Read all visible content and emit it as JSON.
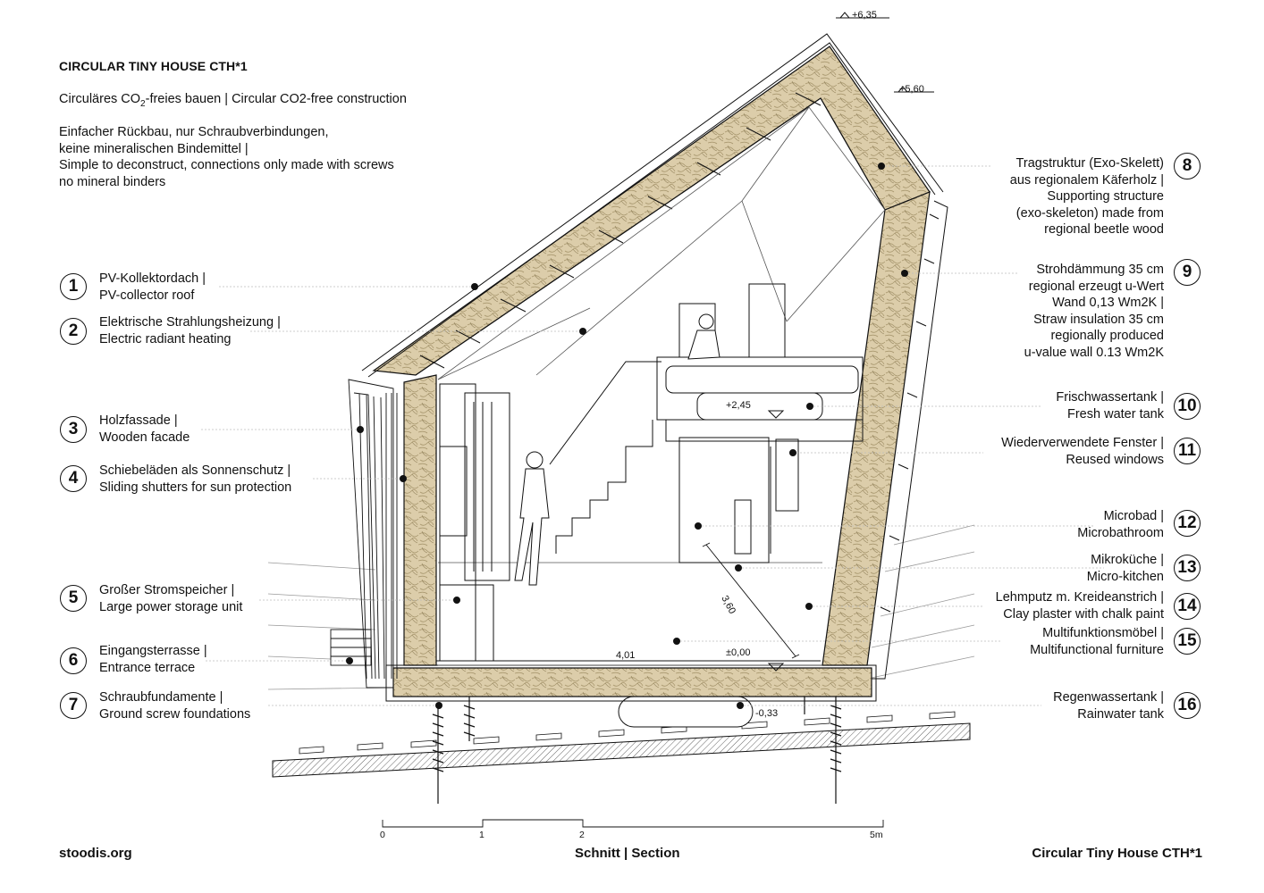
{
  "title": "CIRCULAR TINY HOUSE CTH*1",
  "intro": {
    "line1_prefix": "Circuläres CO",
    "line1_sub": "2",
    "line1_suffix": "-freies bauen | Circular CO2-free construction",
    "para2": [
      "Einfacher Rückbau, nur Schraubverbindungen,",
      "keine mineralischen Bindemittel |",
      "Simple to  deconstruct, connections only made with screws",
      "no mineral binders"
    ]
  },
  "legend_left": [
    {
      "n": "1",
      "lines": [
        "PV-Kollektordach |",
        "PV-collector roof"
      ]
    },
    {
      "n": "2",
      "lines": [
        "Elektrische Strahlungsheizung |",
        "Electric radiant heating"
      ]
    },
    {
      "n": "3",
      "lines": [
        "Holzfassade |",
        "Wooden facade"
      ]
    },
    {
      "n": "4",
      "lines": [
        "Schiebeläden als Sonnenschutz |",
        "Sliding shutters for sun protection"
      ]
    },
    {
      "n": "5",
      "lines": [
        "Großer Stromspeicher |",
        "Large power storage unit"
      ]
    },
    {
      "n": "6",
      "lines": [
        "Eingangsterrasse |",
        "Entrance terrace"
      ]
    },
    {
      "n": "7",
      "lines": [
        "Schraubfundamente |",
        "Ground screw foundations"
      ]
    }
  ],
  "legend_right": [
    {
      "n": "8",
      "lines": [
        "Tragstruktur (Exo-Skelett)",
        "aus regionalem Käferholz |",
        "Supporting structure",
        "(exo-skeleton) made from",
        "regional beetle wood"
      ]
    },
    {
      "n": "9",
      "lines": [
        "Strohdämmung 35 cm",
        "regional erzeugt u-Wert",
        "Wand 0,13 Wm2K |",
        "Straw insulation 35 cm",
        "regionally produced",
        "u-value wall 0.13 Wm2K"
      ]
    },
    {
      "n": "10",
      "lines": [
        "Frischwassertank |",
        "Fresh water tank"
      ]
    },
    {
      "n": "11",
      "lines": [
        "Wiederverwendete Fenster |",
        "Reused windows"
      ]
    },
    {
      "n": "12",
      "lines": [
        "Microbad |",
        "Microbathroom"
      ]
    },
    {
      "n": "13",
      "lines": [
        "Mikroküche |",
        "Micro-kitchen"
      ]
    },
    {
      "n": "14",
      "lines": [
        "Lehmputz m. Kreideanstrich |",
        "Clay plaster with chalk paint"
      ]
    },
    {
      "n": "15",
      "lines": [
        "Multifunktionsmöbel |",
        "Multifunctional furniture"
      ]
    },
    {
      "n": "16",
      "lines": [
        "Regenwassertank |",
        "Rainwater tank"
      ]
    }
  ],
  "levels": {
    "top": "+6,35",
    "ridge": "+5,60",
    "loft": "+2,45",
    "floor": "±0,00",
    "tank": "-0,33"
  },
  "dimensions": {
    "width": "4,01",
    "diagonal": "3,60"
  },
  "scale": {
    "marks": [
      "0",
      "1",
      "2",
      "5m"
    ]
  },
  "footer": {
    "left": "stoodis.org",
    "center": "Schnitt | Section",
    "right": "Circular Tiny House CTH*1"
  },
  "colors": {
    "straw": "#d9c9a4",
    "line": "#111111",
    "leader": "#b5b5b5"
  }
}
